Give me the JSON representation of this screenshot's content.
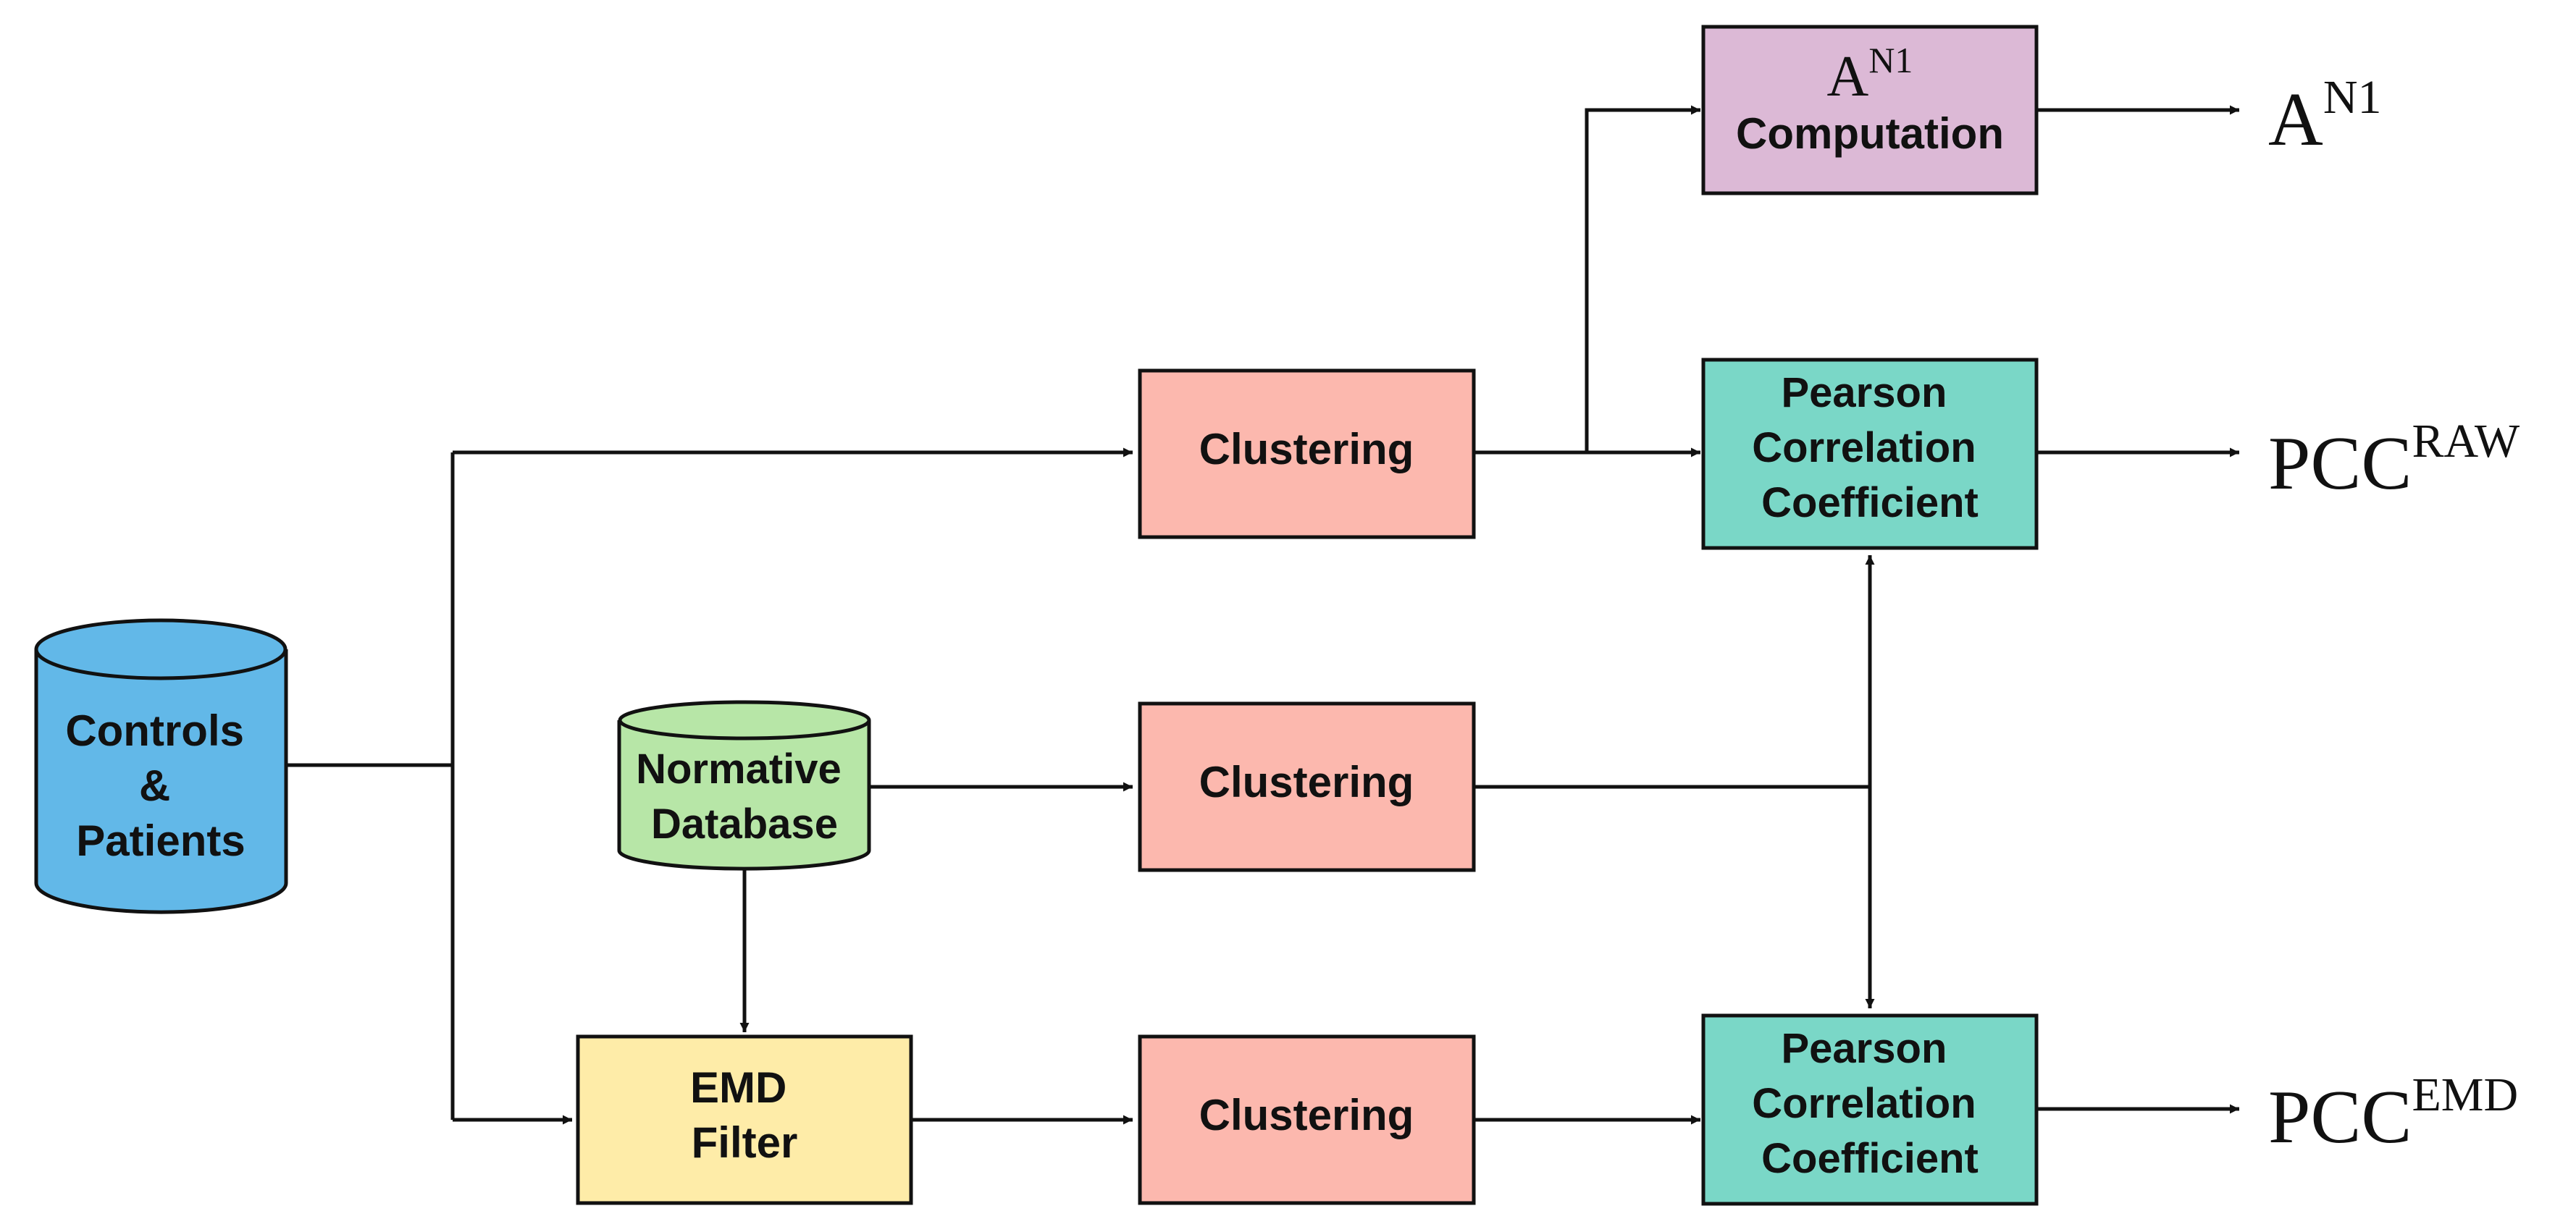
{
  "nodes": {
    "controls_patients": {
      "lines": [
        "Controls",
        "&",
        "Patients"
      ],
      "color": "#62b8e8"
    },
    "normative_db": {
      "lines": [
        "Normative",
        "Database"
      ],
      "color": "#b7e6a7"
    },
    "clustering_top": {
      "label": "Clustering",
      "color": "#fcb8ae"
    },
    "clustering_mid": {
      "label": "Clustering",
      "color": "#fcb8ae"
    },
    "clustering_bot": {
      "label": "Clustering",
      "color": "#fcb8ae"
    },
    "emd_filter": {
      "lines": [
        "EMD",
        "Filter"
      ],
      "color": "#feeca8"
    },
    "an1_computation": {
      "base": "A",
      "sup": "N1",
      "label": "Computation",
      "color": "#dcb9d6"
    },
    "pearson_top": {
      "lines": [
        "Pearson",
        "Correlation",
        "Coefficient"
      ],
      "color": "#7ad7c7"
    },
    "pearson_bot": {
      "lines": [
        "Pearson",
        "Correlation",
        "Coefficient"
      ],
      "color": "#7ad7c7"
    }
  },
  "outputs": {
    "an1": {
      "base": "A",
      "sup": "N1"
    },
    "pcc_raw": {
      "base": "PCC",
      "sup": "RAW"
    },
    "pcc_emd": {
      "base": "PCC",
      "sup": "EMD"
    }
  },
  "colors": {
    "stroke": "#111111",
    "background": "#ffffff"
  }
}
